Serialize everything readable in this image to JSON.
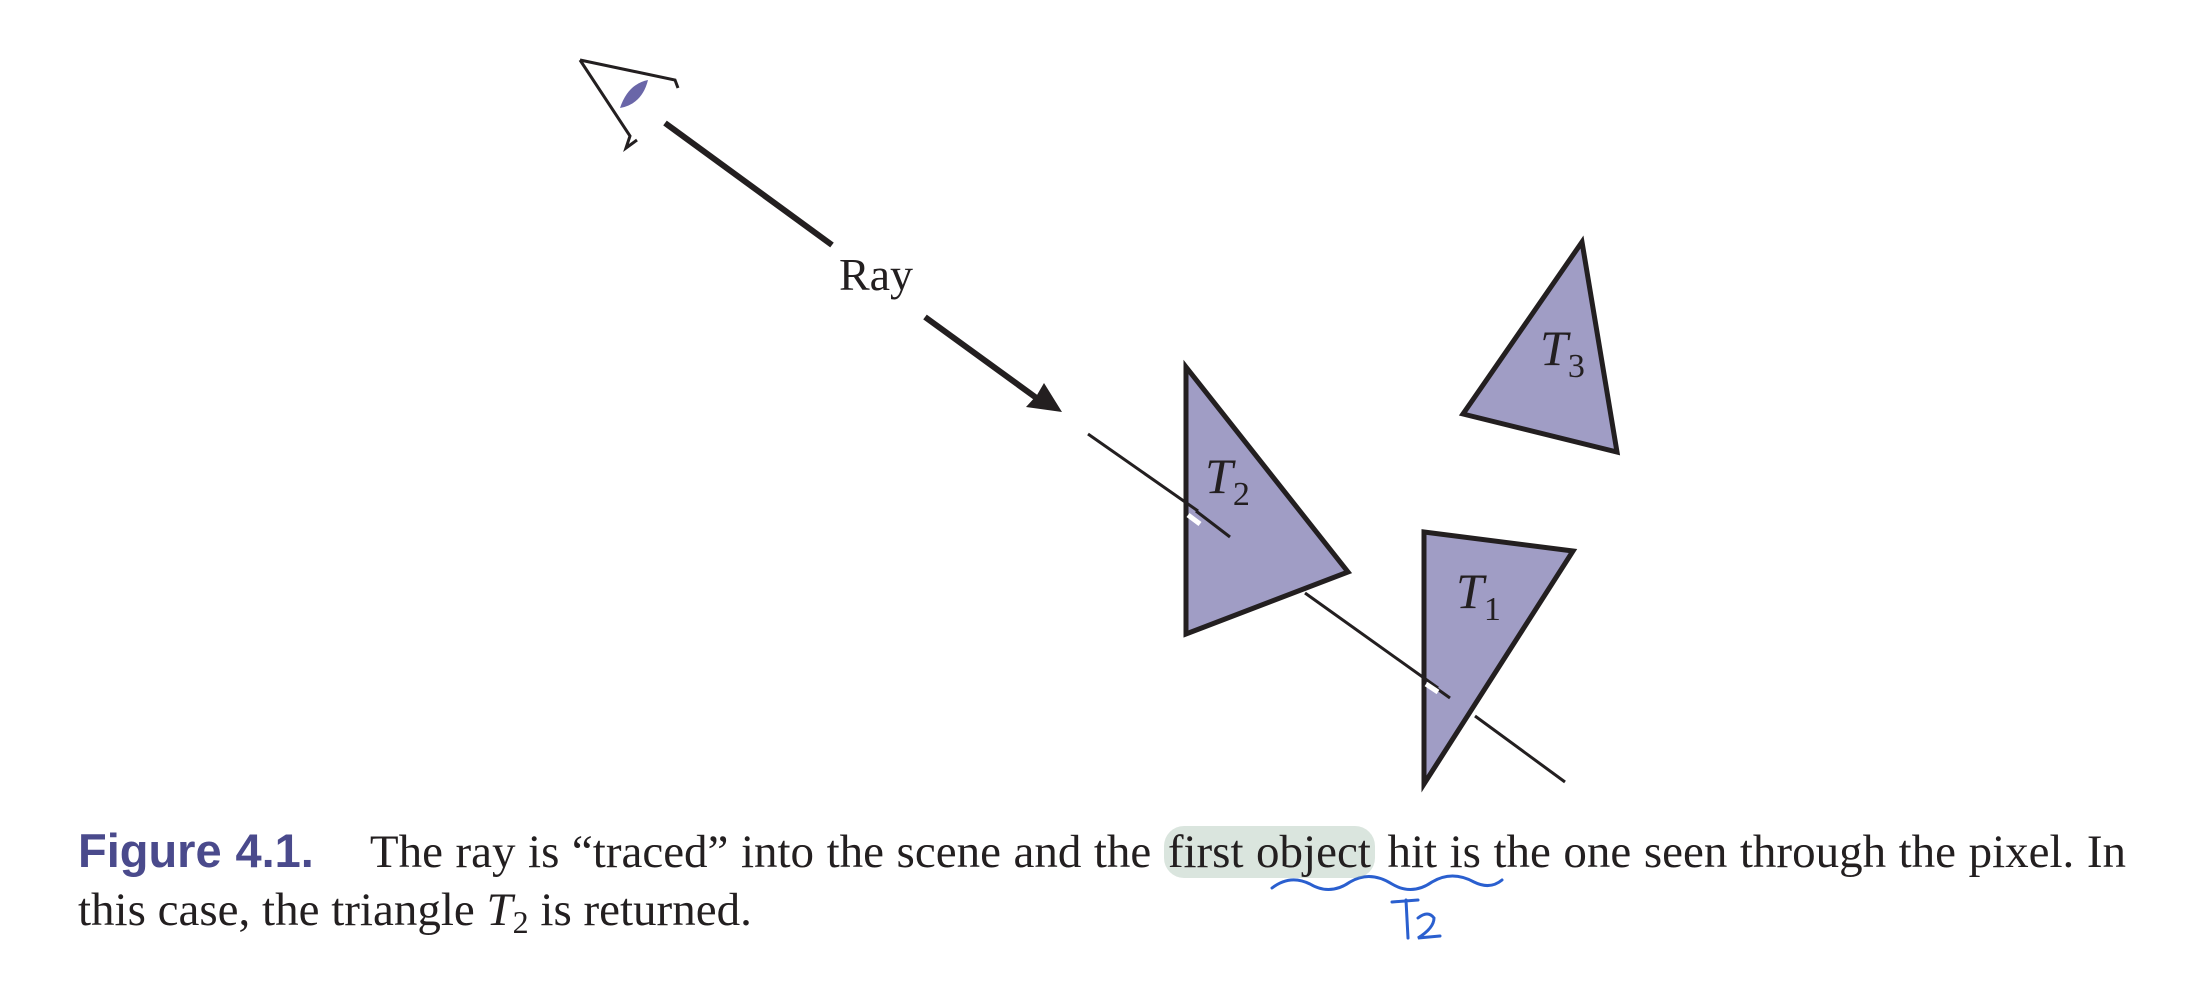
{
  "figure": {
    "ray_label": "Ray",
    "triangles": [
      {
        "name": "T",
        "subscript": "1"
      },
      {
        "name": "T",
        "subscript": "2"
      },
      {
        "name": "T",
        "subscript": "3"
      }
    ],
    "colors": {
      "triangle_fill": "#a09dc5",
      "stroke": "#231f20",
      "eye_fill": "#6a66a8",
      "caption_label": "#4a4a8c",
      "annotation_ink": "#2a5fcf",
      "highlight": "#96b4a0"
    }
  },
  "caption": {
    "label": "Figure 4.1.",
    "text_before_highlight": "The ray is “traced” into the scene and the ",
    "highlight_text": "first object",
    "text_after_highlight": " hit is the one seen through the pixel. In this case, the triangle ",
    "math_var": "T",
    "math_sub": "2",
    "text_end": " is returned."
  },
  "handwritten_note": {
    "text": "T2"
  }
}
